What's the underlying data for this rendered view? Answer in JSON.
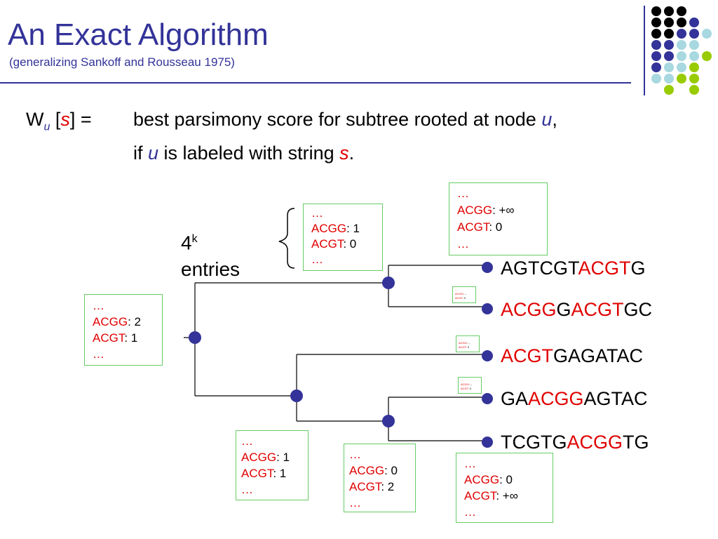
{
  "header": {
    "title": "An Exact Algorithm",
    "subtitle": "(generalizing Sankoff and Rousseau 1975)"
  },
  "definition": {
    "lhs_w": "W",
    "lhs_u": "u",
    "lhs_open": " [",
    "lhs_s": "s",
    "lhs_close": "] =",
    "line1_text": "best parsimony score for subtree rooted at node ",
    "line1_var": "u",
    "line1_end": ",",
    "line2_pre": "if ",
    "line2_var_u": "u",
    "line2_mid": " is labeled with string ",
    "line2_var_s": "s",
    "line2_end": "."
  },
  "entries_label": {
    "base": "4",
    "exponent": "k",
    "word": "entries"
  },
  "tables": [
    {
      "ellipsis_top": "…",
      "k1": "ACGG",
      "v1": ": +∞",
      "k2": "ACGT",
      "v2": ": 0",
      "ellipsis_bottom": "…"
    },
    {
      "ellipsis_top": "…",
      "k1": "ACGG",
      "v1": ": 1",
      "k2": "ACGT",
      "v2": ": 0",
      "ellipsis_bottom": "…"
    },
    {
      "ellipsis_top": "…",
      "k1": "ACGG",
      "v1": ": 2",
      "k2": "ACGT",
      "v2": ": 1",
      "ellipsis_bottom": "…"
    },
    {
      "ellipsis_top": "…",
      "k1": "ACGG",
      "v1": ": 1",
      "k2": "ACGT",
      "v2": ": 1",
      "ellipsis_bottom": "…"
    },
    {
      "ellipsis_top": "…",
      "k1": "ACGG",
      "v1": ": 0",
      "k2": "ACGT",
      "v2": ": 2",
      "ellipsis_bottom": "…"
    },
    {
      "ellipsis_top": "…",
      "k1": "ACGG",
      "v1": ": 0",
      "k2": "ACGT",
      "v2": ": +∞",
      "ellipsis_bottom": "…"
    },
    {
      "ellipsis_top": "…",
      "k1": "ACGG",
      "v1": ": –",
      "k2": "ACGT",
      "v2": ": 0",
      "ellipsis_bottom": ""
    },
    {
      "ellipsis_top": "…",
      "k1": "ACGG",
      "v1": ": –",
      "k2": "ACGT",
      "v2": ": 0",
      "ellipsis_bottom": ""
    },
    {
      "ellipsis_top": "…",
      "k1": "ACGG",
      "v1": ": –",
      "k2": "ACGT",
      "v2": ": 0",
      "ellipsis_bottom": ""
    }
  ],
  "leaves": [
    {
      "a": "AGTCGT",
      "b": "ACGT",
      "c": "G"
    },
    {
      "a": "",
      "b": "ACGG",
      "c": "G",
      "d": "ACGT",
      "e": "GC"
    },
    {
      "a": "",
      "b": "ACGT",
      "c": "GAGATAC"
    },
    {
      "a": "GA",
      "b": "ACGG",
      "c": "AGTAC"
    },
    {
      "a": "TCGTG",
      "b": "ACGG",
      "c": "TG"
    }
  ],
  "colors": {
    "title": "#333399",
    "node": "#333399",
    "highlight": "#e00000",
    "box_border": "#66cc66",
    "dot_black": "#000000",
    "dot_navy": "#333399",
    "dot_lightblue": "#a8d8e0",
    "dot_green": "#99cc00"
  }
}
